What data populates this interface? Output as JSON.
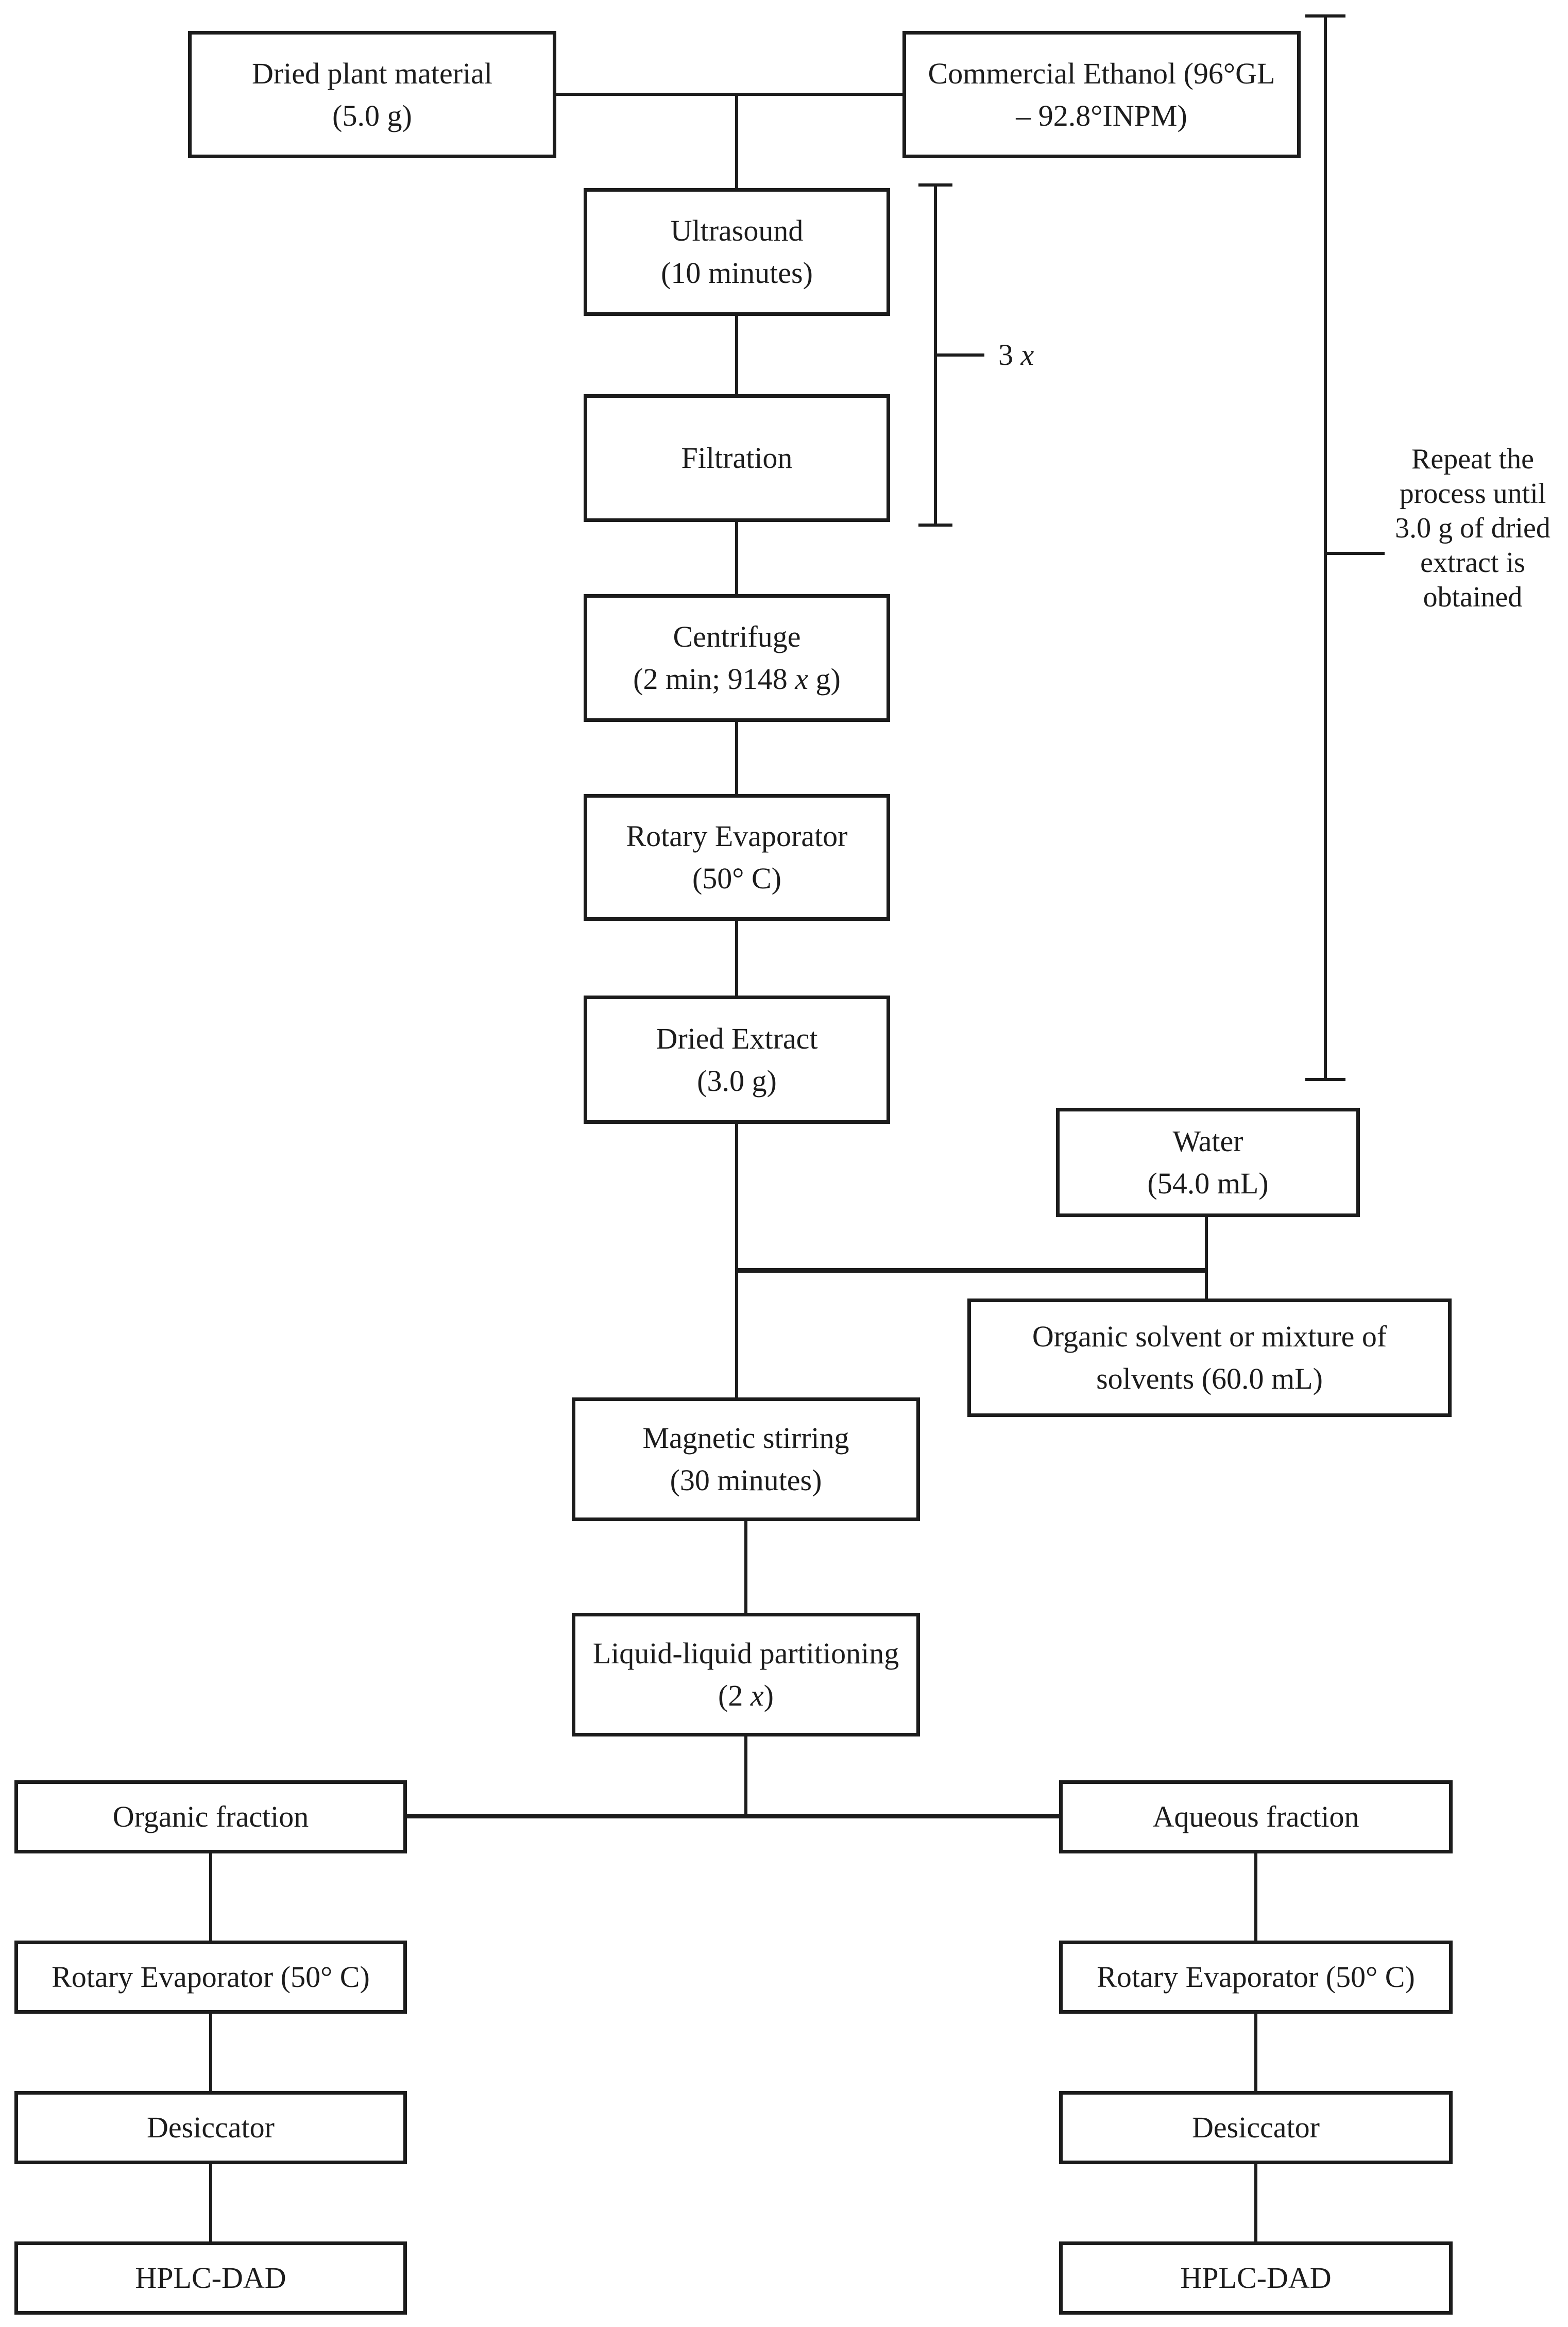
{
  "colors": {
    "ink": "#1c1c1c",
    "background": "#ffffff"
  },
  "boxes": [
    {
      "id": "dried-plant-material",
      "lines": [
        "Dried plant material",
        "(5.0 g)"
      ]
    },
    {
      "id": "commercial-ethanol",
      "lines": [
        "Commercial Ethanol (96°GL",
        "– 92.8°INPM)"
      ]
    },
    {
      "id": "ultrasound",
      "lines": [
        "Ultrasound",
        "(10 minutes)"
      ]
    },
    {
      "id": "filtration",
      "lines": [
        "Filtration"
      ]
    },
    {
      "id": "centrifuge",
      "lines": [
        "Centrifuge",
        "(2 min; 9148 x g)"
      ]
    },
    {
      "id": "rotary-evaporator-main",
      "lines": [
        "Rotary Evaporator",
        "(50° C)"
      ]
    },
    {
      "id": "dried-extract",
      "lines": [
        "Dried Extract",
        "(3.0 g)"
      ]
    },
    {
      "id": "water",
      "lines": [
        "Water",
        "(54.0 mL)"
      ]
    },
    {
      "id": "organic-solvent",
      "lines": [
        "Organic solvent or mixture of",
        "solvents (60.0 mL)"
      ]
    },
    {
      "id": "magnetic-stirring",
      "lines": [
        "Magnetic stirring",
        "(30 minutes)"
      ]
    },
    {
      "id": "liquid-liquid-partitioning",
      "lines": [
        "Liquid-liquid partitioning",
        "(2 x)"
      ]
    },
    {
      "id": "organic-fraction",
      "lines": [
        "Organic fraction"
      ]
    },
    {
      "id": "aqueous-fraction",
      "lines": [
        "Aqueous fraction"
      ]
    },
    {
      "id": "rotary-evaporator-organic",
      "lines": [
        "Rotary Evaporator (50° C)"
      ]
    },
    {
      "id": "rotary-evaporator-aqueous",
      "lines": [
        "Rotary Evaporator (50° C)"
      ]
    },
    {
      "id": "desiccator-organic",
      "lines": [
        "Desiccator"
      ]
    },
    {
      "id": "desiccator-aqueous",
      "lines": [
        "Desiccator"
      ]
    },
    {
      "id": "hplc-dad-organic",
      "lines": [
        "HPLC-DAD"
      ]
    },
    {
      "id": "hplc-dad-aqueous",
      "lines": [
        "HPLC-DAD"
      ]
    }
  ],
  "annotations": {
    "loop_count": "3 x",
    "repeat_note_lines": [
      "Repeat the",
      "process until",
      "3.0 g of dried",
      "extract is",
      "obtained"
    ],
    "repeat_note_text": "Repeat the process until 3.0 g of dried extract is obtained"
  }
}
